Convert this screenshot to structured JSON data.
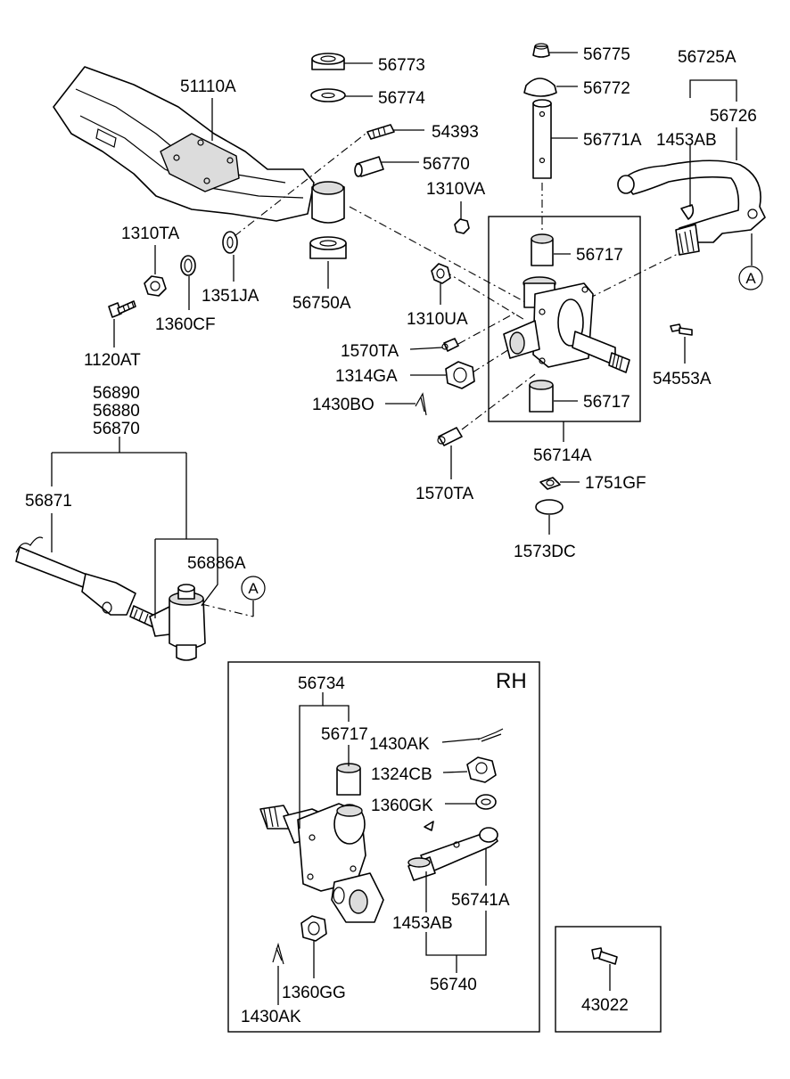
{
  "labels": {
    "p51110A": "51110A",
    "p56773": "56773",
    "p56774": "56774",
    "p54393": "54393",
    "p56770": "56770",
    "p1310VA": "1310VA",
    "p56775": "56775",
    "p56772": "56772",
    "p56771A": "56771A",
    "p1453AB_top": "1453AB",
    "p56725A": "56725A",
    "p56726": "56726",
    "p1310TA": "1310TA",
    "p1351JA": "1351JA",
    "p56750A": "56750A",
    "p1360CF": "1360CF",
    "p1120AT": "1120AT",
    "p56717_a": "56717",
    "p1310UA": "1310UA",
    "p1570TA_a": "1570TA",
    "p1314GA": "1314GA",
    "p1430BO": "1430BO",
    "p56717_b": "56717",
    "p54553A": "54553A",
    "p56714A": "56714A",
    "p1570TA_b": "1570TA",
    "p1751GF": "1751GF",
    "p1573DC": "1573DC",
    "p56890": "56890",
    "p56880": "56880",
    "p56870": "56870",
    "p56871": "56871",
    "p56886A": "56886A",
    "ref_a": "A",
    "rh_title": "RH",
    "p56734": "56734",
    "p56717_c": "56717",
    "p1430AK_a": "1430AK",
    "p1324CB": "1324CB",
    "p1360GK": "1360GK",
    "p56741A": "56741A",
    "p1453AB_b": "1453AB",
    "p56740": "56740",
    "p1360GG": "1360GG",
    "p1430AK_b": "1430AK",
    "p43022": "43022"
  }
}
